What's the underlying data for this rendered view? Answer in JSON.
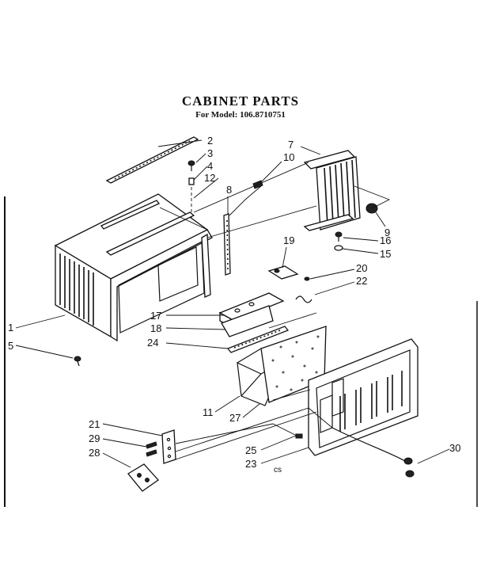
{
  "title": "CABINET PARTS",
  "subtitle": "For Model: 106.8710751",
  "corner_mark": "cs",
  "labels": [
    {
      "id": "lbl-2",
      "text": "2"
    },
    {
      "id": "lbl-3",
      "text": "3"
    },
    {
      "id": "lbl-4",
      "text": "4"
    },
    {
      "id": "lbl-12",
      "text": "12"
    },
    {
      "id": "lbl-8",
      "text": "8"
    },
    {
      "id": "lbl-7",
      "text": "7"
    },
    {
      "id": "lbl-10",
      "text": "10"
    },
    {
      "id": "lbl-9",
      "text": "9"
    },
    {
      "id": "lbl-19",
      "text": "19"
    },
    {
      "id": "lbl-16",
      "text": "16"
    },
    {
      "id": "lbl-15",
      "text": "15"
    },
    {
      "id": "lbl-20",
      "text": "20"
    },
    {
      "id": "lbl-22",
      "text": "22"
    },
    {
      "id": "lbl-17",
      "text": "17"
    },
    {
      "id": "lbl-18",
      "text": "18"
    },
    {
      "id": "lbl-24",
      "text": "24"
    },
    {
      "id": "lbl-1",
      "text": "1"
    },
    {
      "id": "lbl-5",
      "text": "5"
    },
    {
      "id": "lbl-11",
      "text": "11"
    },
    {
      "id": "lbl-27",
      "text": "27"
    },
    {
      "id": "lbl-21",
      "text": "21"
    },
    {
      "id": "lbl-29",
      "text": "29"
    },
    {
      "id": "lbl-28",
      "text": "28"
    },
    {
      "id": "lbl-25",
      "text": "25"
    },
    {
      "id": "lbl-23",
      "text": "23"
    },
    {
      "id": "lbl-30",
      "text": "30"
    }
  ]
}
